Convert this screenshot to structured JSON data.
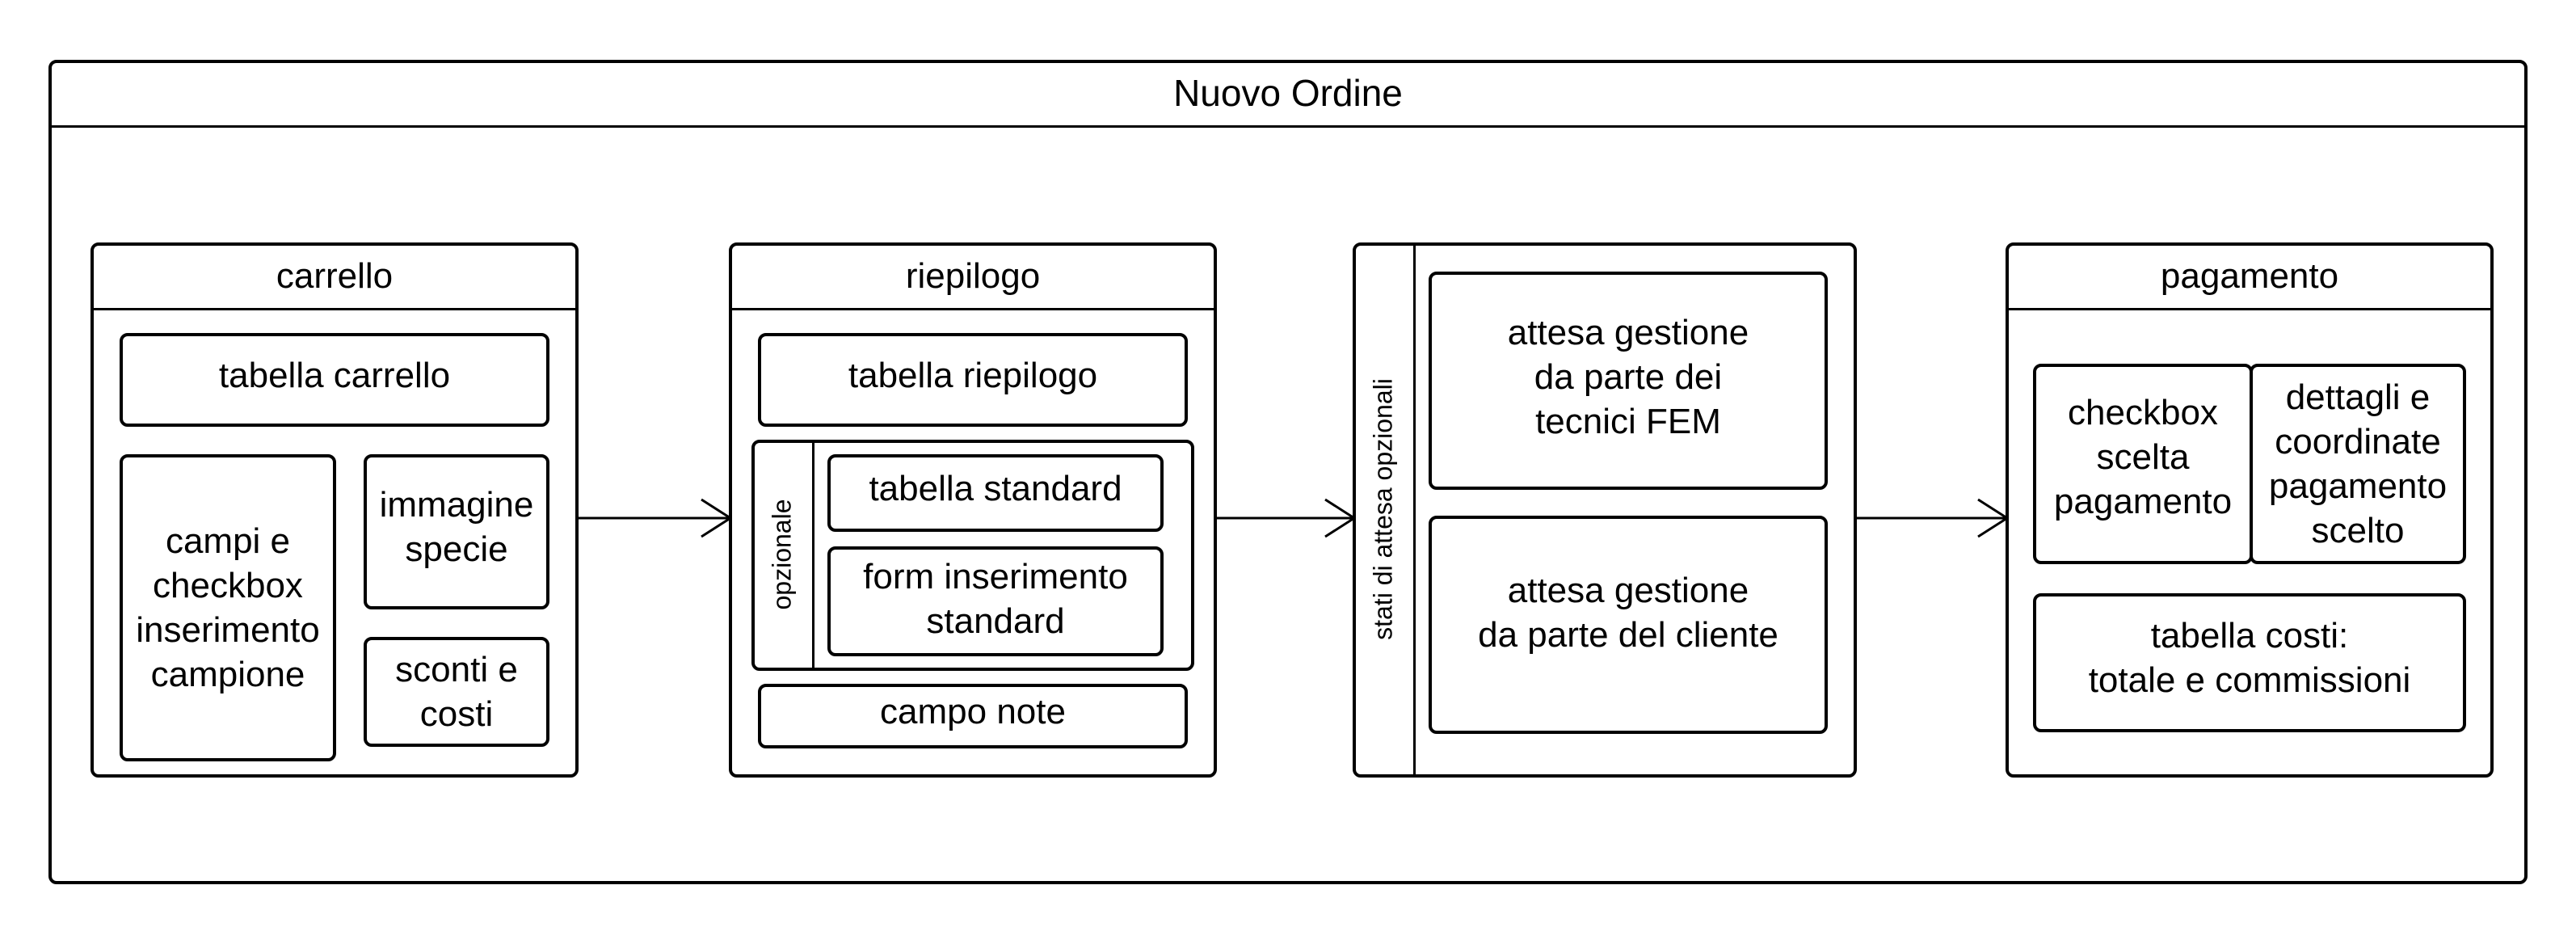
{
  "diagram": {
    "title": "Nuovo Ordine",
    "states": {
      "carrello": {
        "title": "carrello",
        "tabella": "tabella carrello",
        "campi": "campi e\ncheckbox\ninserimento\ncampione",
        "immagine": "immagine\nspecie",
        "sconti": "sconti e\ncosti"
      },
      "riepilogo": {
        "title": "riepilogo",
        "tabella": "tabella riepilogo",
        "opzionale_label": "opzionale",
        "tabella_standard": "tabella standard",
        "form_standard": "form inserimento\nstandard",
        "campo_note": "campo note"
      },
      "attesa": {
        "label": "stati di attesa opzionali",
        "tecnici": "attesa gestione\nda parte dei\ntecnici FEM",
        "cliente": "attesa gestione\nda parte del cliente"
      },
      "pagamento": {
        "title": "pagamento",
        "checkbox": "checkbox\nscelta\npagamento",
        "dettagli": "dettagli e\ncoordinate\npagamento\nscelto",
        "tabella_costi": "tabella costi:\ntotale e commissioni"
      }
    }
  }
}
